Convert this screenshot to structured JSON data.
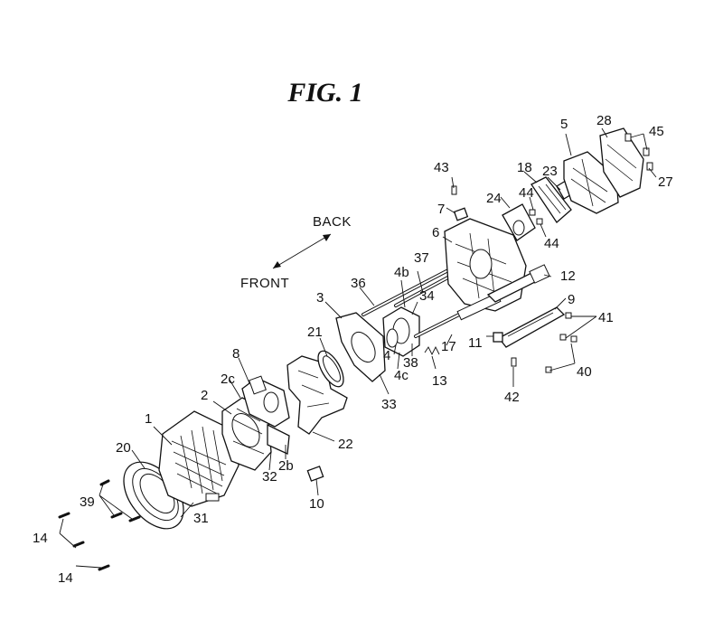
{
  "figure": {
    "title": "FIG. 1",
    "directions": {
      "back": "BACK",
      "front": "FRONT"
    }
  },
  "labels": {
    "l1": "1",
    "l2": "2",
    "l2b": "2b",
    "l2c": "2c",
    "l3": "3",
    "l4": "4",
    "l4b": "4b",
    "l4c": "4c",
    "l5": "5",
    "l6": "6",
    "l7": "7",
    "l8": "8",
    "l9": "9",
    "l10": "10",
    "l11": "11",
    "l12": "12",
    "l13": "13",
    "l14a": "14",
    "l14b": "14",
    "l17": "17",
    "l18": "18",
    "l20": "20",
    "l21": "21",
    "l22": "22",
    "l23": "23",
    "l24": "24",
    "l27": "27",
    "l28": "28",
    "l31": "31",
    "l32": "32",
    "l33": "33",
    "l34": "34",
    "l36": "36",
    "l37": "37",
    "l38": "38",
    "l39": "39",
    "l40": "40",
    "l41": "41",
    "l42": "42",
    "l43": "43",
    "l44a": "44",
    "l44b": "44",
    "l45": "45"
  }
}
